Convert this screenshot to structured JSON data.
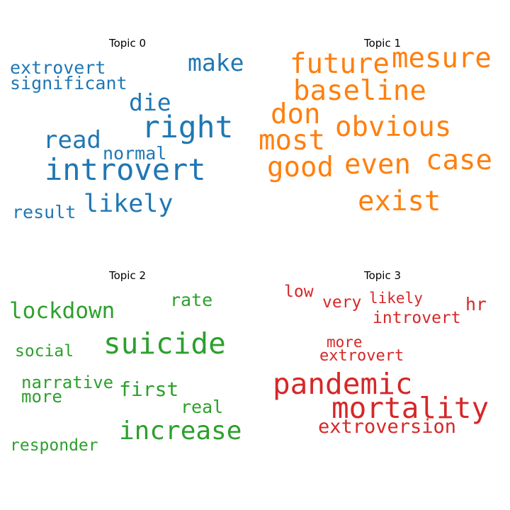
{
  "topics": [
    {
      "title": "Topic 0",
      "color": "#1f77b4",
      "words": [
        "extrovert",
        "significant",
        "make",
        "die",
        "right",
        "read",
        "normal",
        "introvert",
        "result",
        "likely"
      ]
    },
    {
      "title": "Topic 1",
      "color": "#ff7f0e",
      "words": [
        "future",
        "mesure",
        "baseline",
        "don",
        "most",
        "obvious",
        "good",
        "even",
        "case",
        "exist"
      ]
    },
    {
      "title": "Topic 2",
      "color": "#2ca02c",
      "words": [
        "rate",
        "lockdown",
        "suicide",
        "social",
        "narrative",
        "more",
        "first",
        "real",
        "increase",
        "responder"
      ]
    },
    {
      "title": "Topic 3",
      "color": "#d62728",
      "words": [
        "low",
        "very",
        "likely",
        "hr",
        "introvert",
        "more",
        "extrovert",
        "pandemic",
        "mortality",
        "extroversion"
      ]
    }
  ]
}
